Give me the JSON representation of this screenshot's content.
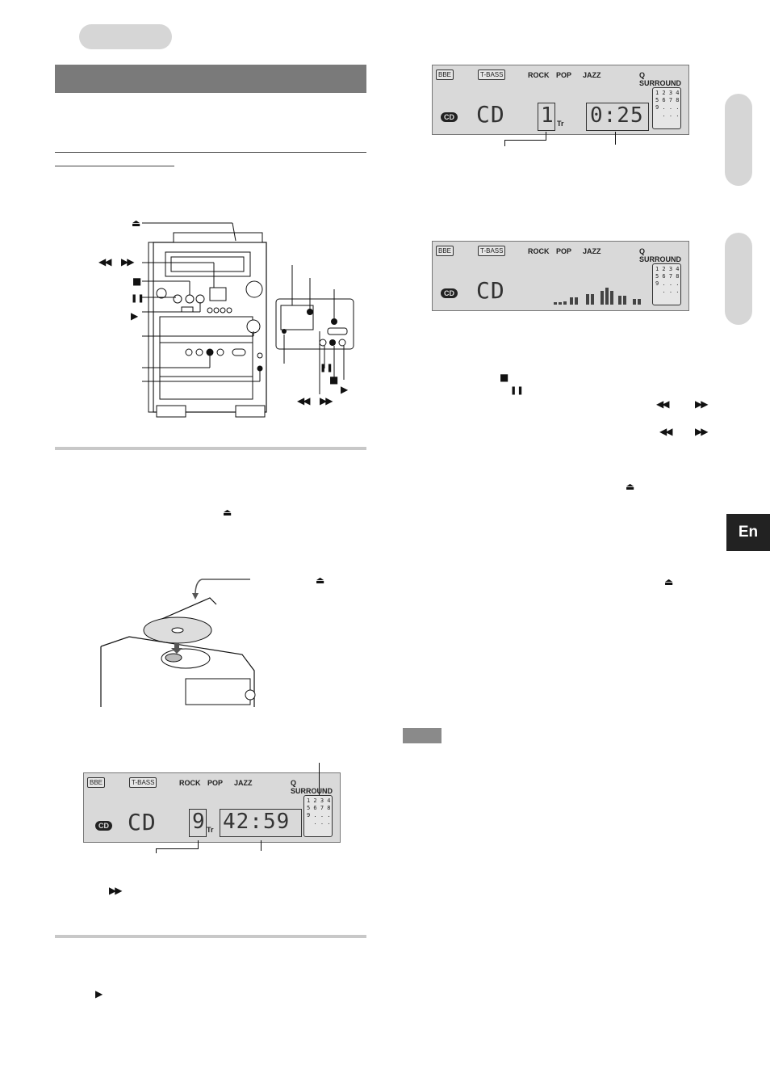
{
  "side_tab": {
    "language": "En"
  },
  "symbols": {
    "eject": "⏏",
    "stop": "■",
    "pause": "❚❚",
    "play": "▶",
    "rewind": "◀◀",
    "forward": "▶▶"
  },
  "display_top": {
    "bbe": "BBE",
    "tbass": "T-BASS",
    "rock": "ROCK",
    "pop": "POP",
    "jazz": "JAZZ",
    "surround": "Q SURROUND",
    "cd_logo": "CD",
    "main_text": "CD",
    "track": "1",
    "track_suffix": "Tr",
    "time": "0:25",
    "track_grid": "1 2 3 4\n5 6 7 8\n9 . . .\n  . . ."
  },
  "display_mid": {
    "bbe": "BBE",
    "tbass": "T-BASS",
    "rock": "ROCK",
    "pop": "POP",
    "jazz": "JAZZ",
    "surround": "Q SURROUND",
    "cd_logo": "CD",
    "main_text": "CD",
    "track_grid": "1 2 3 4\n5 6 7 8\n9 . . .\n  . . ."
  },
  "display_bottom": {
    "bbe": "BBE",
    "tbass": "T-BASS",
    "rock": "ROCK",
    "pop": "POP",
    "jazz": "JAZZ",
    "surround": "Q SURROUND",
    "cd_logo": "CD",
    "main_text": "CD",
    "track": "9",
    "track_suffix": "Tr",
    "time": "42:59",
    "track_grid": "1 2 3 4\n5 6 7 8\n9 . . .\n  . . ."
  }
}
